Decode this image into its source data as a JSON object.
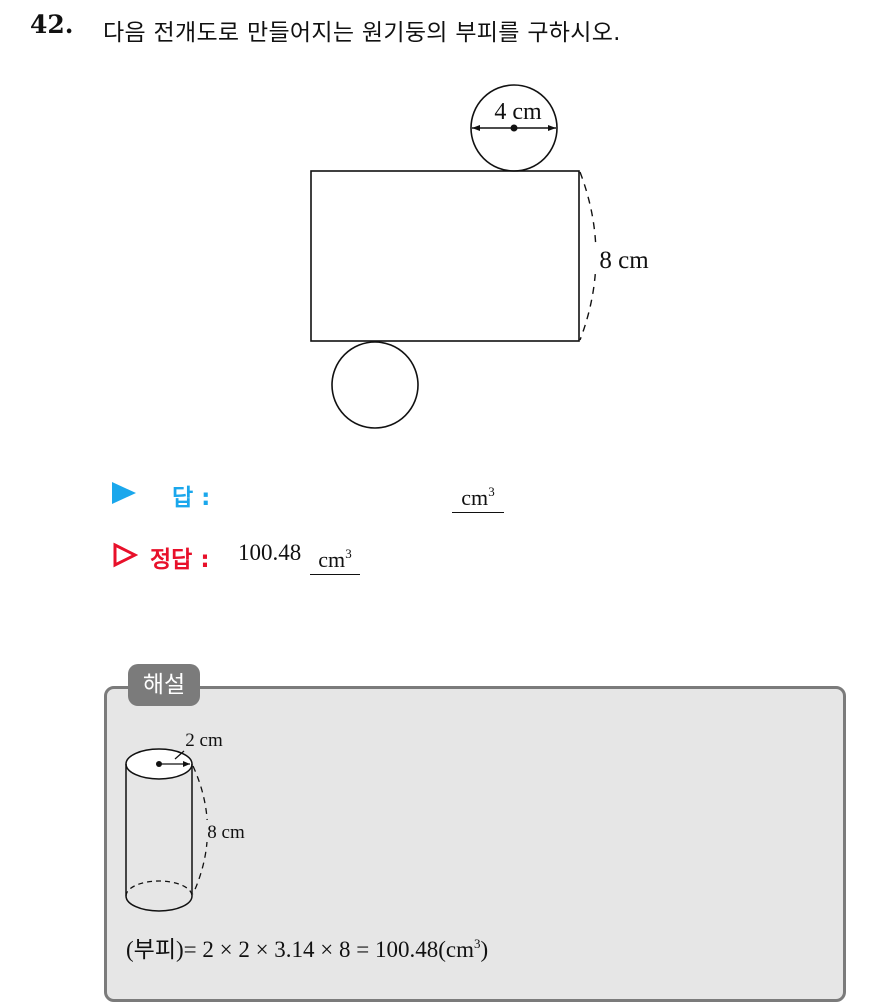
{
  "question": {
    "number": "42.",
    "text": "다음 전개도로 만들어지는 원기둥의 부피를 구하시오."
  },
  "net_figure": {
    "diameter_label": "4 cm",
    "height_label": "8 cm"
  },
  "answer": {
    "label": "답 :",
    "unit": "cm",
    "unit_exp": "3"
  },
  "correct": {
    "label": "정답 :",
    "value": "100.48",
    "unit": "cm",
    "unit_exp": "3"
  },
  "solution": {
    "tab_label": "해설",
    "radius_label": "2 cm",
    "height_label": "8 cm",
    "formula": "(부피)= 2 × 2 × 3.14 × 8 = 100.48(cm",
    "formula_exp": "3",
    "formula_end": ")"
  },
  "colors": {
    "answer_accent": "#1aa7ec",
    "correct_accent": "#e8102a",
    "solution_box": "#e6e6e6",
    "solution_border": "#7b7b7b"
  }
}
